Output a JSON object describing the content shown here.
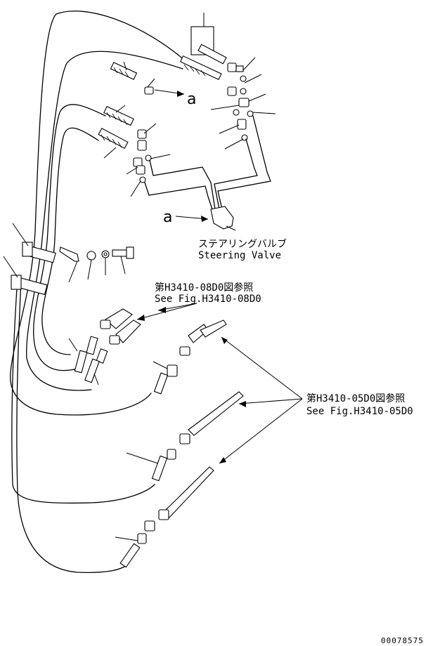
{
  "detail_marker": "a",
  "steering_valve": {
    "label_jp": "ステアリングバルブ",
    "label_en": "Steering Valve"
  },
  "ref_upper": {
    "label_jp": "第H3410-08D0図参照",
    "label_en": "See Fig.H3410-08D0"
  },
  "ref_lower": {
    "label_jp": "第H3410-05D0図参照",
    "label_en": "See Fig.H3410-05D0"
  },
  "drawing_number": "00078575"
}
